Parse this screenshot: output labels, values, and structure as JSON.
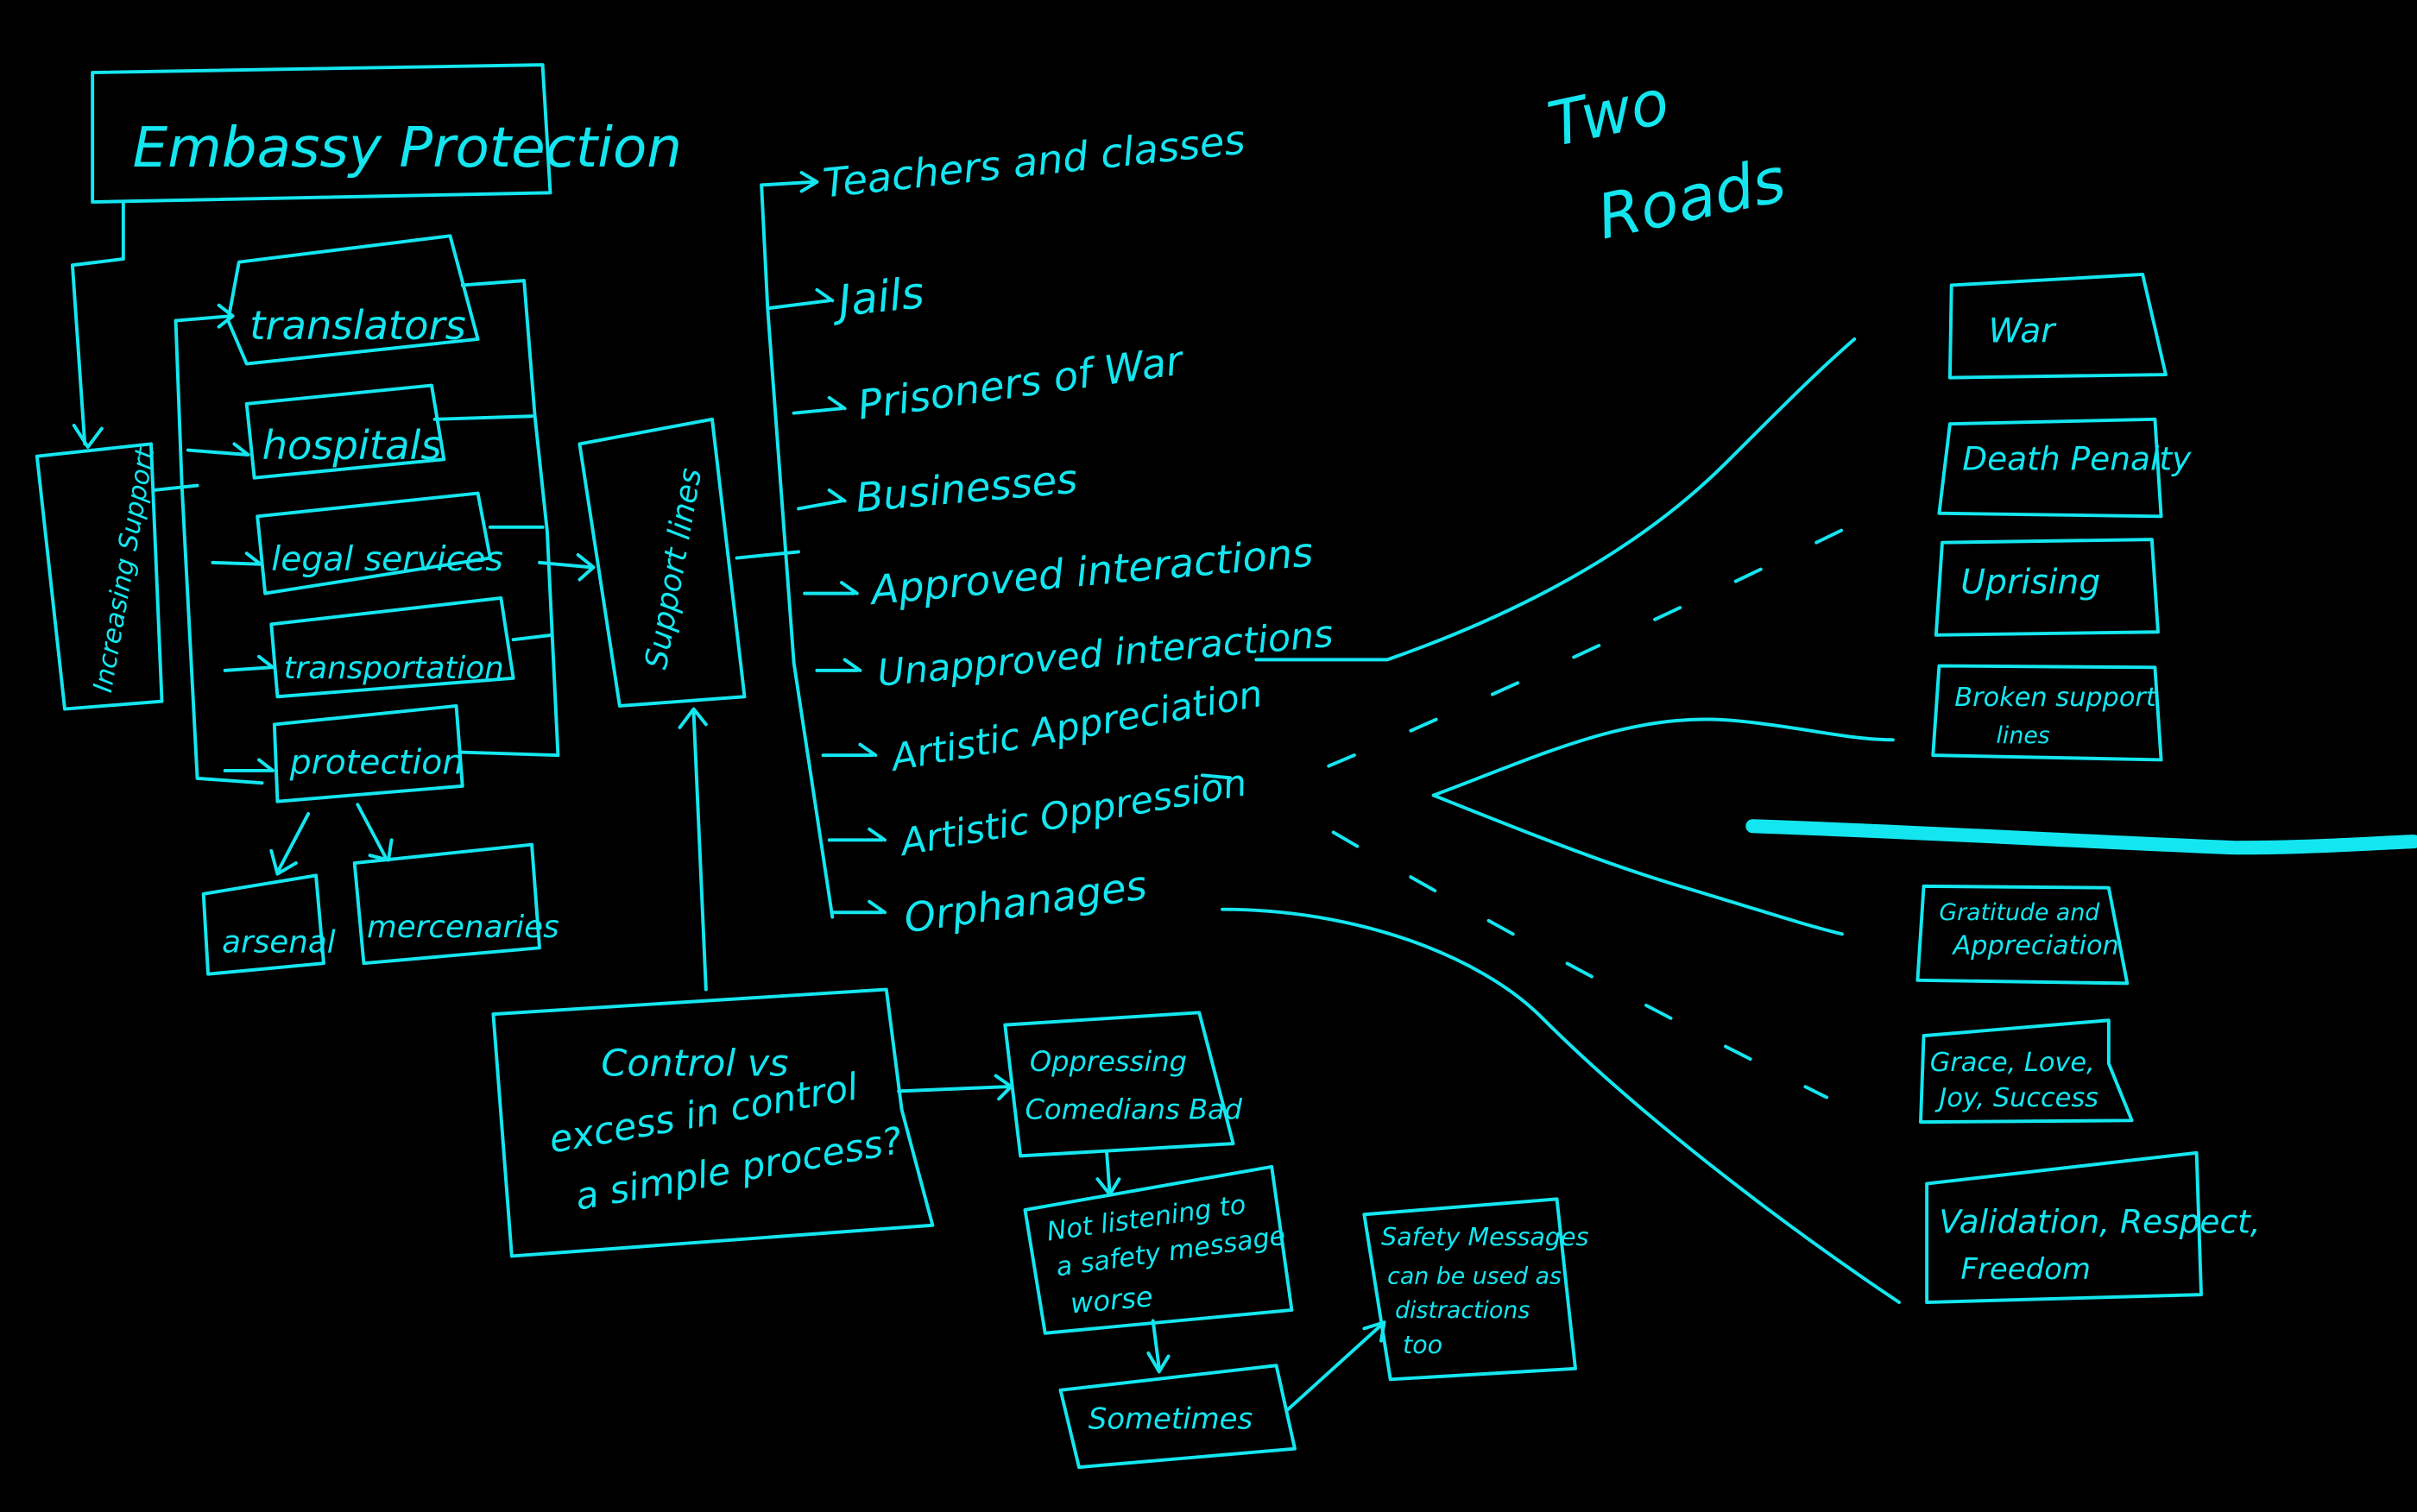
{
  "title_box": {
    "label": "Embassy Protection"
  },
  "increasing_support": {
    "label": "Increasing Support"
  },
  "services": [
    {
      "label": "translators"
    },
    {
      "label": "hospitals"
    },
    {
      "label": "legal services"
    },
    {
      "label": "transportation"
    },
    {
      "label": "protection"
    }
  ],
  "protection_children": [
    {
      "label": "arsenal"
    },
    {
      "label": "mercenaries"
    }
  ],
  "support_lines": {
    "label": "Support lines"
  },
  "targets": [
    {
      "label": "Teachers and classes"
    },
    {
      "label": "Jails"
    },
    {
      "label": "Prisoners of War"
    },
    {
      "label": "Businesses"
    },
    {
      "label": "Approved interactions"
    },
    {
      "label": "Unapproved interactions"
    },
    {
      "label": "Artistic Appreciation"
    },
    {
      "label": "Artistic Oppression"
    },
    {
      "label": "Orphanages"
    }
  ],
  "control_box": {
    "lines": [
      "Control vs",
      "excess in control",
      "a simple process?"
    ]
  },
  "oppressing_box": {
    "lines": [
      "Oppressing",
      "Comedians Bad"
    ]
  },
  "not_listening_box": {
    "lines": [
      "Not listening to",
      "a safety message",
      "worse"
    ]
  },
  "sometimes_box": {
    "label": "Sometimes"
  },
  "safety_box": {
    "lines": [
      "Safety Messages",
      "can be used as",
      "distractions",
      "too"
    ]
  },
  "two_roads": {
    "lines": [
      "Two",
      "Roads"
    ]
  },
  "bad_outcomes": [
    {
      "lines": [
        "War"
      ]
    },
    {
      "lines": [
        "Death Penalty"
      ]
    },
    {
      "lines": [
        "Uprising"
      ]
    },
    {
      "lines": [
        "Broken support",
        "lines"
      ]
    }
  ],
  "good_outcomes": [
    {
      "lines": [
        "Gratitude and",
        "Appreciation"
      ]
    },
    {
      "lines": [
        "Grace, Love,",
        "Joy, Success"
      ]
    },
    {
      "lines": [
        "Validation, Respect,",
        "Freedom"
      ]
    }
  ],
  "colors": {
    "ink": "#14e6f0",
    "background": "#000000"
  }
}
